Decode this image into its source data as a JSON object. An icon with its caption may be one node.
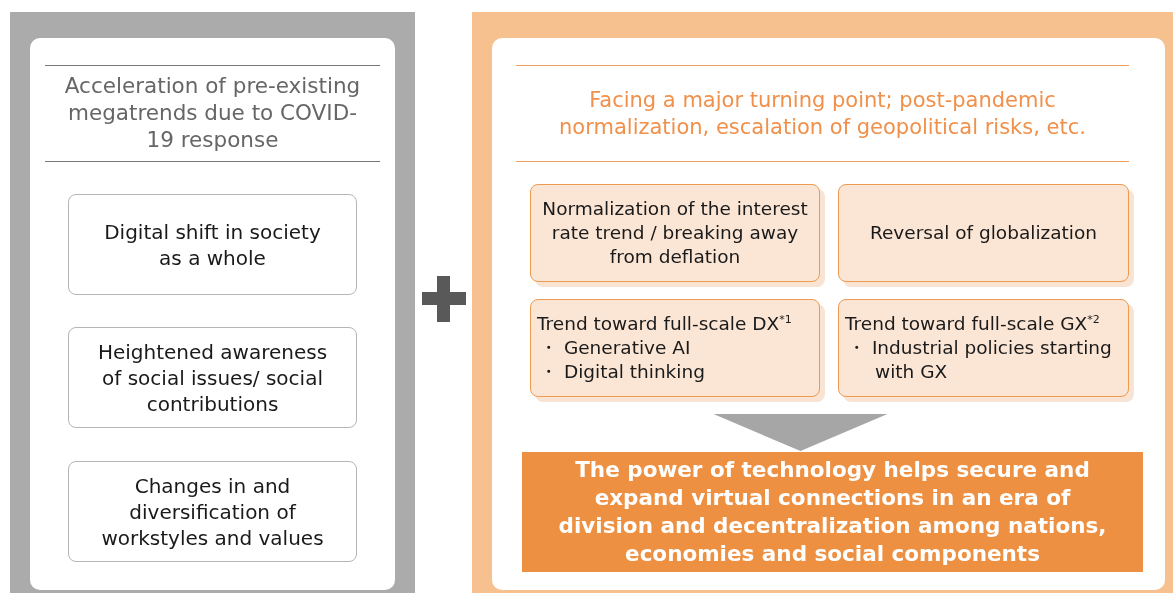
{
  "diagram": {
    "nodes": [
      {
        "text": [
          "Acceleration of pre-existing megatrends due to COVID-19 response"
        ]
      },
      {
        "text": [
          "Digital shift in society as a whole"
        ],
        "in": 0
      },
      {
        "text": [
          "Heightened awareness of social issues/ social contributions"
        ],
        "in": 0
      },
      {
        "text": [
          "Changes in and diversification of workstyles and values"
        ],
        "in": 0
      },
      {
        "text": [
          "Facing a major turning point; post-pandemic normalization, escalation of geopolitical risks, etc."
        ]
      },
      {
        "text": [
          "Normalization of the interest rate trend / breaking away from deflation"
        ],
        "in": 4
      },
      {
        "text": [
          "Reversal of globalization"
        ],
        "in": 4
      },
      {
        "text": [
          "Trend toward full-scale DX$^{*1}$",
          "・ Generative AI",
          "・ Digital thinking"
        ],
        "in": 4
      },
      {
        "text": [
          "Trend toward full-scale GX$^{*2}$",
          "・ Industrial policies starting with GX"
        ],
        "in": 4
      },
      {
        "text": [
          "The power of technology helps secure and expand virtual connections in an era of division and decentralization among nations, economies and social components"
        ],
        "in": 4
      }
    ],
    "edges": [
      {
        "from": null,
        "to": 9,
        "arrow": "to"
      }
    ]
  }
}
